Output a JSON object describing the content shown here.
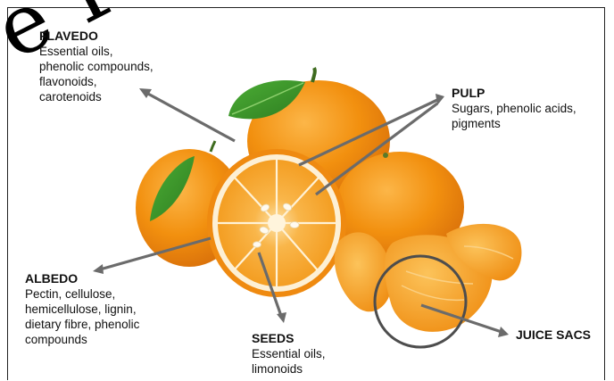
{
  "watermark": "e First",
  "labels": {
    "flavedo": {
      "title": "FLAVEDO",
      "desc": "Essential oils,\nphenolic compounds,\nflavonoids,\ncarotenoids"
    },
    "pulp": {
      "title": "PULP",
      "desc": "Sugars, phenolic acids,\npigments"
    },
    "albedo": {
      "title": "ALBEDO",
      "desc": "Pectin, cellulose,\nhemicellulose, lignin,\ndietary fibre, phenolic\ncompounds"
    },
    "seeds": {
      "title": "SEEDS",
      "desc": "Essential oils,\nlimonoids"
    },
    "juice_sacs": {
      "title": "JUICE SACS"
    }
  },
  "colors": {
    "orange_peel": "#f08a12",
    "orange_light": "#fbb13c",
    "flesh": "#f7a52a",
    "leaf": "#3f9a2c",
    "arrow": "#6b6b6b"
  }
}
